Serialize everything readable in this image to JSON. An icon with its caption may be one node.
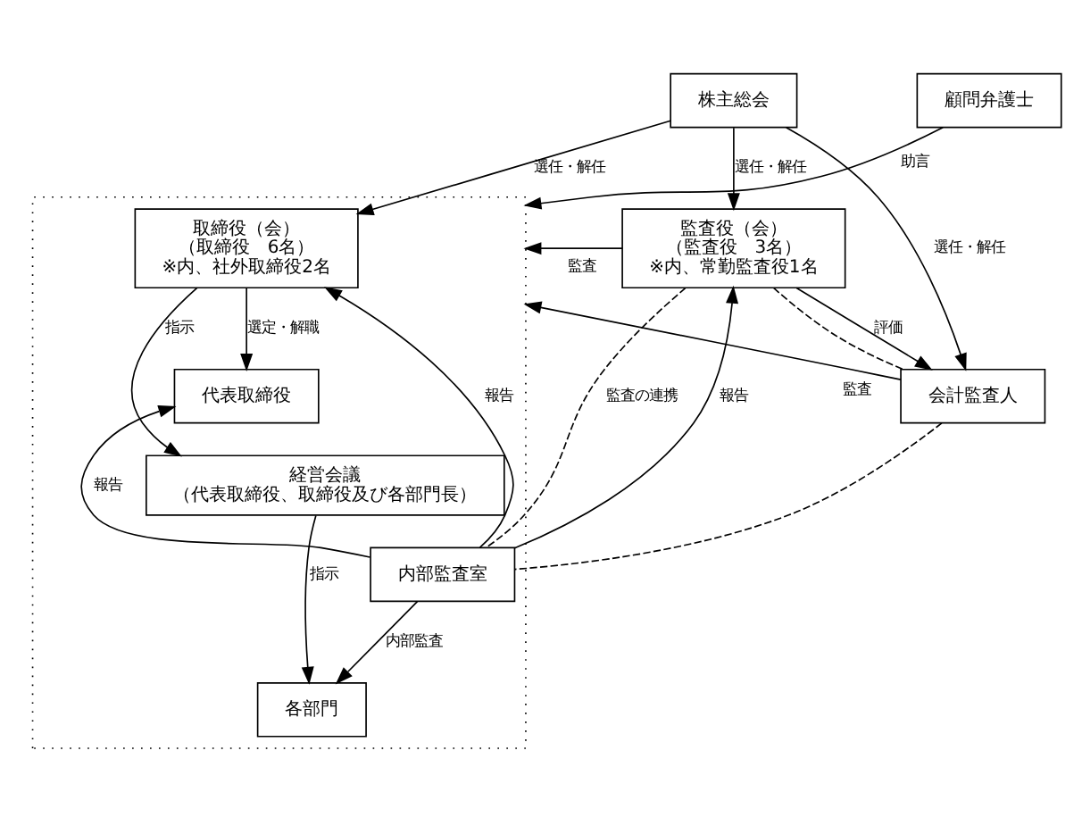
{
  "diagram": {
    "nodes": [
      {
        "text": [
          "株主総会"
        ]
      },
      {
        "text": [],
        "shape": "box"
      },
      {
        "text": [
          "取締役（会）",
          "（取締役　6名）",
          "※内、社外取締役2名"
        ],
        "in": 1
      },
      {
        "text": [
          "監査役（会）",
          "（監査役　3名）",
          "※内、常勤監査役1名"
        ]
      },
      {
        "text": [
          "代表取締役"
        ],
        "in": 1
      },
      {
        "text": [
          "経営会議",
          "（代表取締役、取締役及び各部門長）"
        ],
        "in": 1
      },
      {
        "text": [
          "内部監査室"
        ],
        "in": 1
      },
      {
        "text": [
          "会計監査人"
        ]
      },
      {
        "text": [
          "顧問弁護士"
        ]
      },
      {
        "text": [
          "各部門"
        ],
        "in": 1
      }
    ],
    "edges": [
      {
        "from": 0,
        "to": 2,
        "arrow": "to",
        "label": "選任・解任"
      },
      {
        "from": 0,
        "to": 3,
        "arrow": "to",
        "label": "選任・解任"
      },
      {
        "from": 0,
        "to": 7,
        "arrow": "to",
        "label": "選任・解任"
      },
      {
        "from": 2,
        "to": 4,
        "arrow": "to",
        "label": "選定・解職"
      },
      {
        "from": 2,
        "to": 5,
        "arrow": "to",
        "label": "指示"
      },
      {
        "from": 6,
        "to": 2,
        "arrow": "to",
        "label": "報告"
      },
      {
        "from": 6,
        "to": 4,
        "arrow": "to",
        "label": "報告"
      },
      {
        "from": 6,
        "to": 3,
        "arrow": "to",
        "label": "報告"
      },
      {
        "from": 3,
        "to": 1,
        "arrow": "to",
        "label": "監査"
      },
      {
        "from": 3,
        "to": 7,
        "arrow": "to",
        "label": "評価"
      },
      {
        "from": 3,
        "to": 6,
        "arrow": "none",
        "style": "dashed",
        "label": "監査の連携"
      },
      {
        "from": 3,
        "to": 7,
        "arrow": "none",
        "style": "dashed"
      },
      {
        "from": 7,
        "to": 6,
        "arrow": "none",
        "style": "dashed"
      },
      {
        "from": 7,
        "to": 1,
        "arrow": "to",
        "label": "監査"
      },
      {
        "from": 5,
        "to": 9,
        "arrow": "to",
        "label": "指示"
      },
      {
        "from": 6,
        "to": 9,
        "arrow": "to",
        "label": "内部監査"
      },
      {
        "from": 8,
        "to": 1,
        "arrow": "to",
        "label": "助言"
      }
    ]
  }
}
